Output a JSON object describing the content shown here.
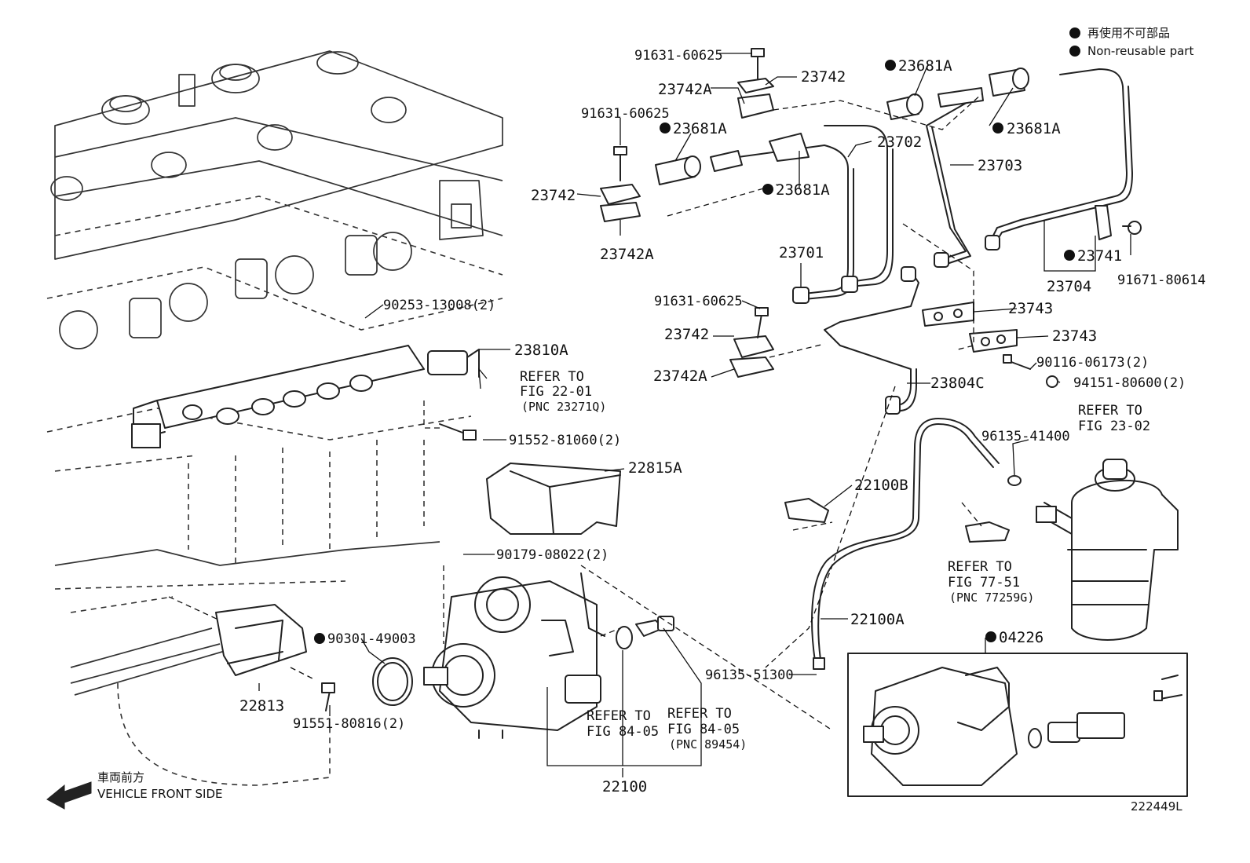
{
  "legend": {
    "jp": "再使用不可部品",
    "en": "Non-reusable part"
  },
  "labels": {
    "p91631a": "91631-60625",
    "p23742a_top": "23742A",
    "p23742_top": "23742",
    "p23681a_1": "23681A",
    "p91631b": "91631-60625",
    "p23681a_2": "23681A",
    "p23681a_3": "23681A",
    "p23681a_4": "23681A",
    "p23702": "23702",
    "p23703": "23703",
    "p23742_mid": "23742",
    "p23742a_mid": "23742A",
    "p23701": "23701",
    "p23741": "23741",
    "p23704": "23704",
    "p91671": "91671-80614",
    "p91631c": "91631-60625",
    "p23742_low": "23742",
    "p23742a_low": "23742A",
    "p23743_1": "23743",
    "p23743_2": "23743",
    "p90116": "90116-06173(2)",
    "p94151": "94151-80600(2)",
    "p23804c": "23804C",
    "p90253": "90253-13008(2)",
    "p23810a": "23810A",
    "p91552": "91552-81060(2)",
    "p22815a": "22815A",
    "p96135_41400": "96135-41400",
    "p22100b": "22100B",
    "p90179": "90179-08022(2)",
    "p90301": "90301-49003",
    "p22813": "22813",
    "p91551": "91551-80816(2)",
    "p22100a": "22100A",
    "p04226": "04226",
    "p96135_51300": "96135-51300",
    "p22100": "22100",
    "fig_id": "222449L"
  },
  "refers": {
    "r2201_a": "REFER TO",
    "r2201_b": "FIG 22-01",
    "r2201_c": "(PNC 23271Q)",
    "r2302_a": "REFER TO",
    "r2302_b": "FIG 23-02",
    "r7751_a": "REFER TO",
    "r7751_b": "FIG 77-51",
    "r7751_c": "(PNC 77259G)",
    "r8405a_a": "REFER TO",
    "r8405a_b": "FIG 84-05",
    "r8405b_a": "REFER TO",
    "r8405b_b": "FIG 84-05",
    "r8405b_c": "(PNC 89454)"
  },
  "direction": {
    "jp": "車両前方",
    "en": "VEHICLE FRONT SIDE"
  }
}
